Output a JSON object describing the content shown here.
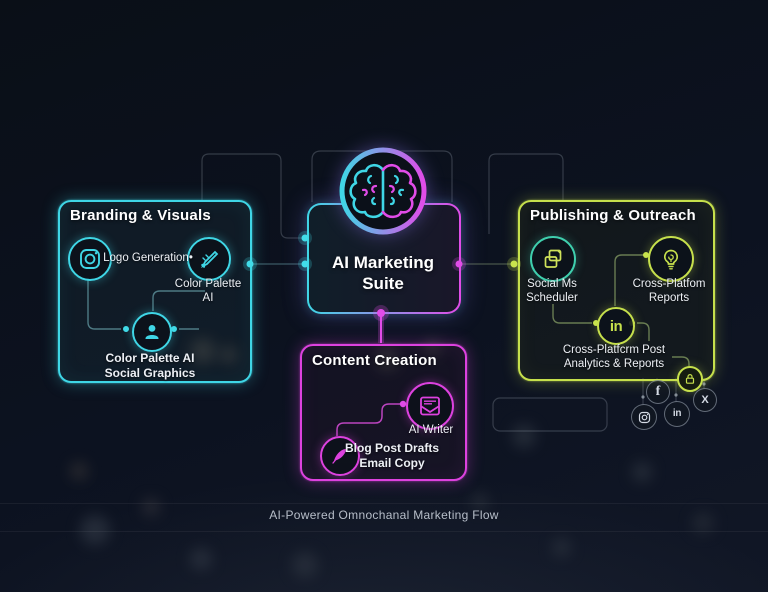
{
  "center": {
    "title_line1": "AI Marketing",
    "title_line2": "Suite"
  },
  "branding": {
    "title": "Branding & Visuals",
    "logo_generation": "Logo Generation•",
    "palette_line1": "Color Palette",
    "palette_line2": "AI",
    "graphics_line1": "Color Palette AI",
    "graphics_line2": "Social Graphics"
  },
  "content": {
    "title": "Content Creation",
    "writer": "AI Writer",
    "drafts_line1": "Blog Post Drafts",
    "drafts_line2": "Email Copy"
  },
  "publishing": {
    "title": "Publishing & Outreach",
    "scheduler_line1": "Social Ms",
    "scheduler_line2": "Scheduler",
    "reports_line1": "Cross-Platfom",
    "reports_line2": "Reports",
    "analytics_line1": "Cross-Platfcrm Post",
    "analytics_line2": "Analytics & Reports"
  },
  "social": {
    "facebook_glyph": "f",
    "x_glyph": "X",
    "linkedin_glyph": "in",
    "linkedin_small_glyph": "in"
  },
  "caption": "AI-Powered Omnochanal Marketing Flow",
  "colors": {
    "cyan": "#41dbe8",
    "magenta": "#e14ce8",
    "lime": "#c9e44d",
    "teal": "#3fcfae"
  }
}
